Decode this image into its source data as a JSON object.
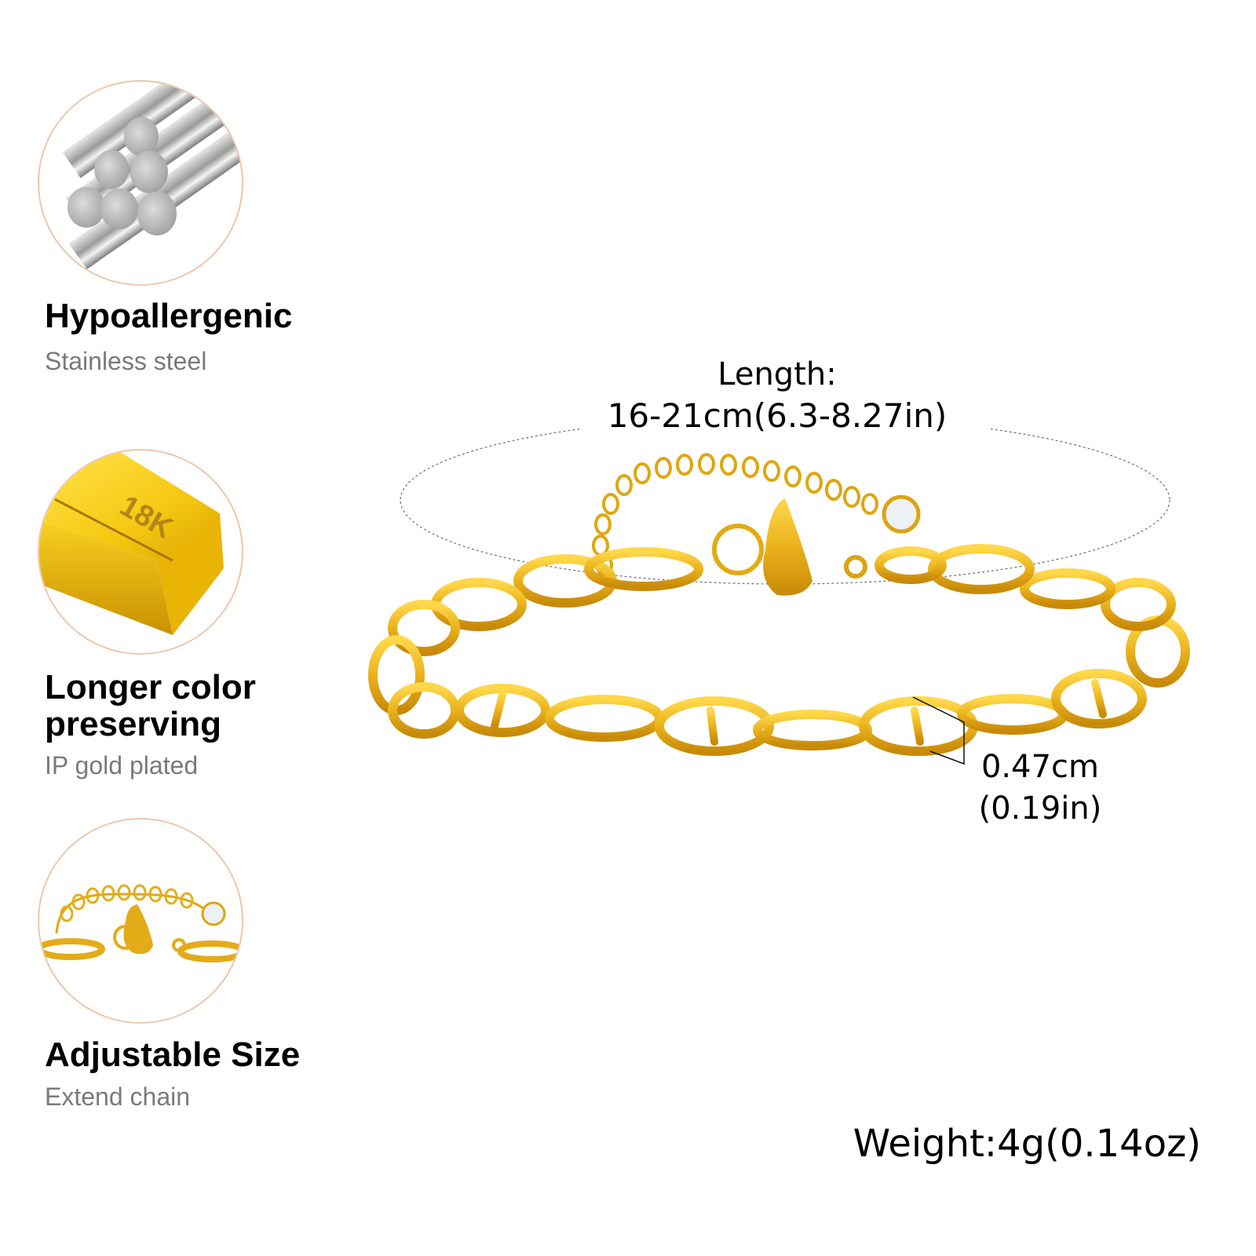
{
  "features": [
    {
      "title": "Hypoallergenic",
      "subtitle": "Stainless steel",
      "icon": "steel-rods-icon"
    },
    {
      "title": "Longer color preserving",
      "title_lines": [
        "Longer color",
        "preserving"
      ],
      "subtitle": "IP gold plated",
      "icon": "gold-bar-icon",
      "badge": "18K"
    },
    {
      "title": "Adjustable Size",
      "subtitle": "Extend chain",
      "icon": "extender-chain-icon"
    }
  ],
  "specs": {
    "length_label": "Length:",
    "length_value": "16-21cm(6.3-8.27in)",
    "width_cm": "0.47cm",
    "width_in": "(0.19in)",
    "weight": "Weight:4g(0.14oz)"
  },
  "colors": {
    "circle_border": "#ecc7ad",
    "gold": "#e8b320",
    "gold_dark": "#c48a0c",
    "subtitle_gray": "#7a7a7a"
  }
}
